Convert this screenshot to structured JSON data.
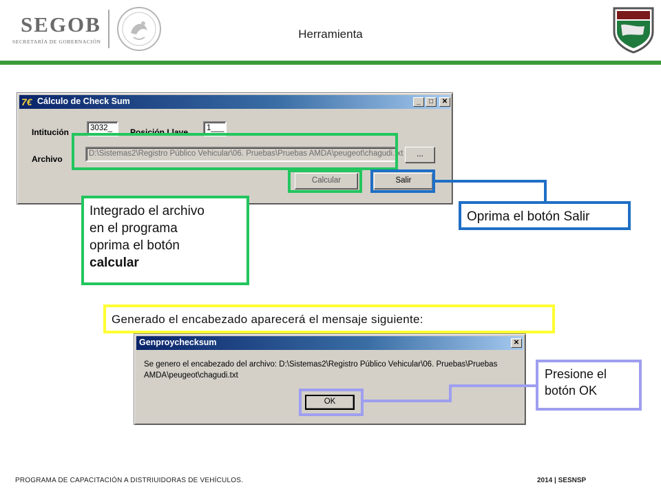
{
  "header": {
    "logo_word": "SEGOB",
    "logo_sub": "SECRETARÍA DE GOBERNACIÓN",
    "title": "Herramienta",
    "seal_icon": "mexican-eagle-seal-icon",
    "badge_icon": "sesnsp-shield-icon",
    "accent_color": "#3c9b3a"
  },
  "checksum_window": {
    "title": "Cálculo de Check Sum",
    "institucion_label": "Intitución",
    "institucion_value": "3032_",
    "posicion_label": "Posición Llave",
    "posicion_value": "1___",
    "archivo_label": "Archivo",
    "archivo_value": "D:\\Sistemas2\\Registro Público Vehicular\\06. Pruebas\\Pruebas AMDA\\peugeot\\chagudi.txt",
    "browse_label": "...",
    "calcular_label": "Calcular",
    "salir_label": "Salir"
  },
  "callouts": {
    "calcular_line1": "Integrado el archivo",
    "calcular_line2": "en el programa",
    "calcular_line3": "oprima el botón",
    "calcular_bold": "calcular",
    "salir": "Oprima el botón Salir",
    "mensaje": "Generado el encabezado aparecerá el mensaje siguiente:",
    "ok_line1": "Presione el",
    "ok_line2": "botón OK"
  },
  "message_window": {
    "title": "Genproychecksum",
    "message_line1": "Se genero el encabezado del archivo: D:\\Sistemas2\\Registro Público Vehicular\\06. Pruebas\\Pruebas",
    "message_line2": "AMDA\\peugeot\\chagudi.txt",
    "ok_label": "OK"
  },
  "footer": {
    "left": "PROGRAMA DE CAPACITACIÓN A DISTRIUIDORAS DE VEHÍCULOS.",
    "right": "2014 | SESNSP"
  },
  "colors": {
    "green_box": "#22c55e",
    "blue_box": "#1f6fc5",
    "yellow_box": "#ffff33",
    "lavender_box": "#9e9ef0"
  }
}
